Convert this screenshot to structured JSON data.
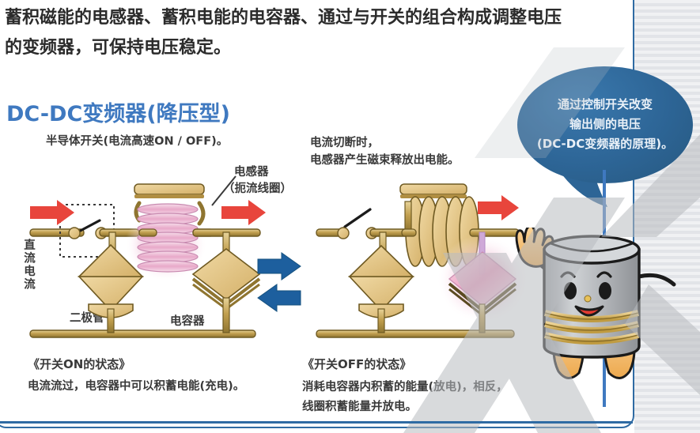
{
  "intro": {
    "line1": "蓄积磁能的电感器、蓄积电能的电容器、通过与开关的组合构成调整电压",
    "line2": "的变频器，可保持电压稳定。"
  },
  "section": {
    "title": "DC-DC变频器(降压型)",
    "title_color": "#3f79c0"
  },
  "captions": {
    "left_top": "半导体开关(电流高速ON / OFF)。",
    "right_top_1": "电流切断时，",
    "right_top_2": "电感器产生磁束释放出电能。",
    "inductor_1": "电感器",
    "inductor_2": "（扼流线圈）",
    "diode": "二极管",
    "capacitor": "电容器",
    "dc_current": "直流电流"
  },
  "states": {
    "left_label": "《开关ON的状态》",
    "left_desc": "电流流过，电容器中可以积蓄电能(充电)。",
    "right_label": "《开关OFF的状态》",
    "right_desc_1": "消耗电容器内积蓄的能量(放电)，相反，",
    "right_desc_2": "线圈积蓄能量并放电。"
  },
  "bubble": {
    "line1": "通过控制开关改变",
    "line2": "输出侧的电压",
    "line3": "(DC-DC变频器的原理)。",
    "fill": "#2d6596",
    "text_color": "#eaf1f8"
  },
  "colors": {
    "accent_blue": "#2f6ba3",
    "arrow_red": "#e8453c",
    "arrow_blue": "#1d5f9e",
    "wire_gold": "#c9a martel",
    "wire_gold_hex": "#c8a64d",
    "component_tan": "#e0c184",
    "glow_pink": "#e8a8c8",
    "mascot_body": "#b6b8bb",
    "mascot_limb": "#f3c07a"
  },
  "icons": {
    "red_arrow": "arrow-right-red",
    "blue_arrow_right": "arrow-right-blue",
    "blue_arrow_left": "arrow-left-blue",
    "mascot": "capacitor-mascot"
  }
}
